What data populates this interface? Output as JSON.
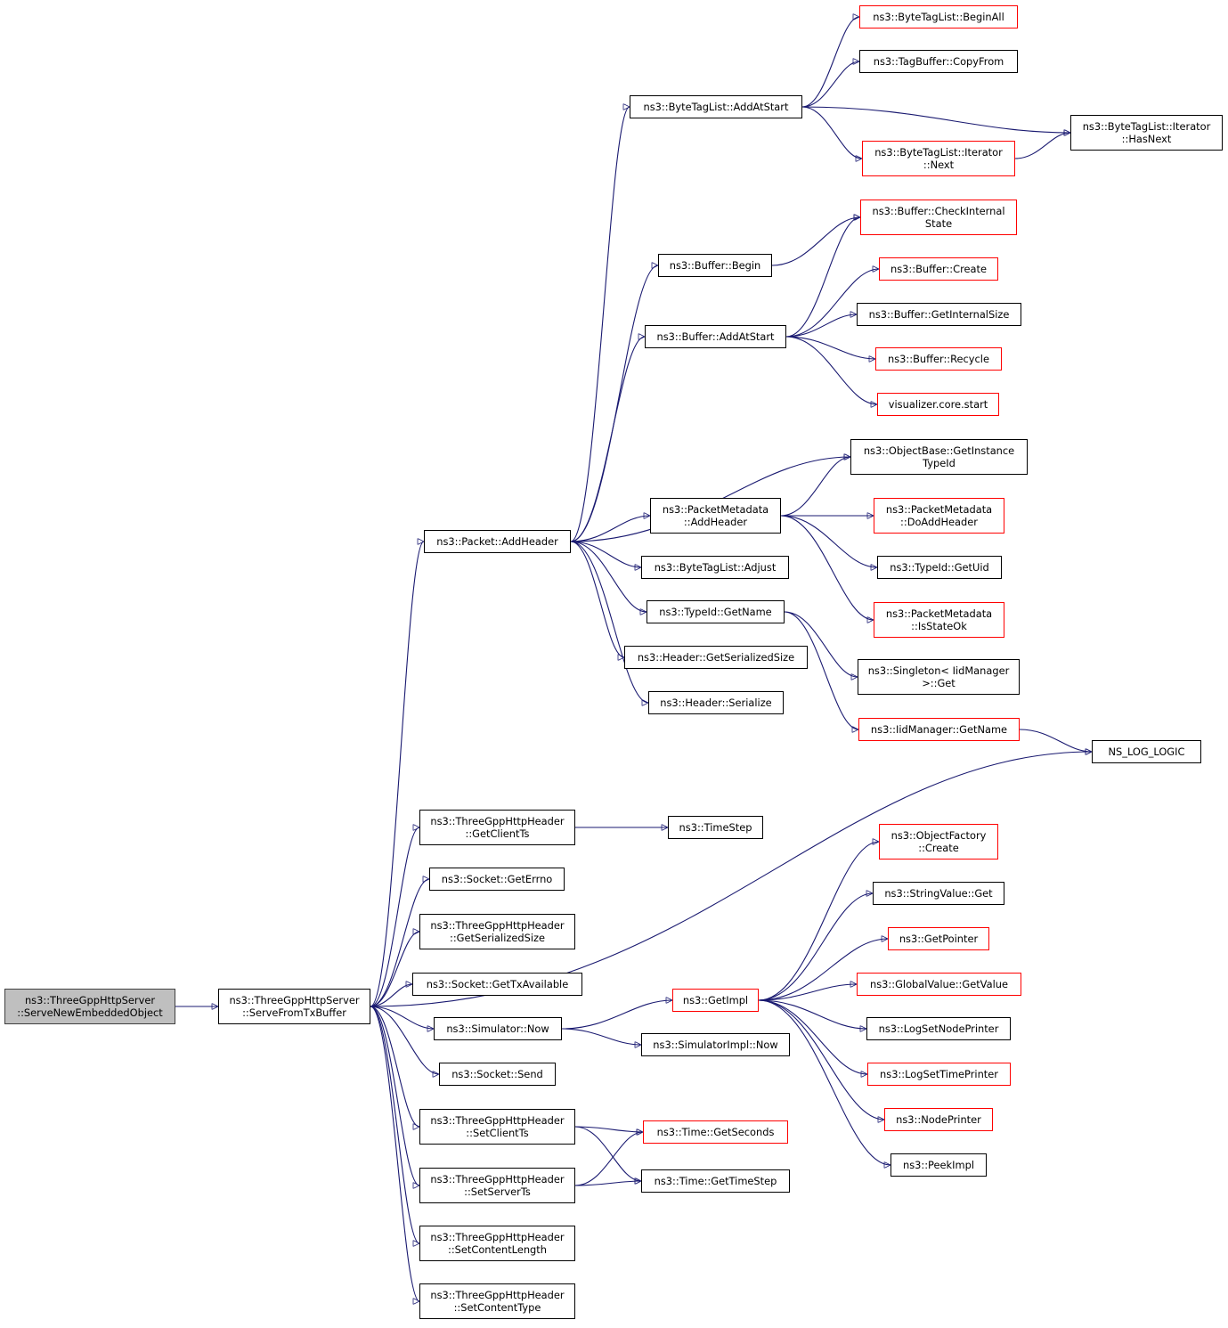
{
  "colors": {
    "edge": "#191970",
    "node_border": "#000000",
    "truncated_node_border": "#ff0000",
    "root_fill": "#bfbfbf"
  },
  "nodes": [
    {
      "id": "serve_new_embedded",
      "label": "ns3::ThreeGppHttpServer\n::ServeNewEmbeddedObject",
      "kind": "root"
    },
    {
      "id": "serve_from_tx",
      "label": "ns3::ThreeGppHttpServer\n::ServeFromTxBuffer",
      "kind": "normal"
    },
    {
      "id": "packet_addheader",
      "label": "ns3::Packet::AddHeader",
      "kind": "normal"
    },
    {
      "id": "bytetaglist_addatstart",
      "label": "ns3::ByteTagList::AddAtStart",
      "kind": "normal"
    },
    {
      "id": "bytetaglist_beginall",
      "label": "ns3::ByteTagList::BeginAll",
      "kind": "truncated"
    },
    {
      "id": "tagbuffer_copyfrom",
      "label": "ns3::TagBuffer::CopyFrom",
      "kind": "normal"
    },
    {
      "id": "bytetaglist_iter_hasnext",
      "label": "ns3::ByteTagList::Iterator\n::HasNext",
      "kind": "normal"
    },
    {
      "id": "bytetaglist_iter_next",
      "label": "ns3::ByteTagList::Iterator\n::Next",
      "kind": "truncated"
    },
    {
      "id": "buffer_checkinternalstate",
      "label": "ns3::Buffer::CheckInternal\nState",
      "kind": "truncated"
    },
    {
      "id": "buffer_begin",
      "label": "ns3::Buffer::Begin",
      "kind": "normal"
    },
    {
      "id": "buffer_create",
      "label": "ns3::Buffer::Create",
      "kind": "truncated"
    },
    {
      "id": "buffer_addatstart",
      "label": "ns3::Buffer::AddAtStart",
      "kind": "normal"
    },
    {
      "id": "buffer_getinternalsize",
      "label": "ns3::Buffer::GetInternalSize",
      "kind": "normal"
    },
    {
      "id": "buffer_recycle",
      "label": "ns3::Buffer::Recycle",
      "kind": "truncated"
    },
    {
      "id": "visualizer_core_start",
      "label": "visualizer.core.start",
      "kind": "truncated"
    },
    {
      "id": "objectbase_getinstancetypeid",
      "label": "ns3::ObjectBase::GetInstance\nTypeId",
      "kind": "normal"
    },
    {
      "id": "packetmetadata_addheader",
      "label": "ns3::PacketMetadata\n::AddHeader",
      "kind": "normal"
    },
    {
      "id": "packetmetadata_doaddheader",
      "label": "ns3::PacketMetadata\n::DoAddHeader",
      "kind": "truncated"
    },
    {
      "id": "typeid_getuid",
      "label": "ns3::TypeId::GetUid",
      "kind": "normal"
    },
    {
      "id": "bytetaglist_adjust",
      "label": "ns3::ByteTagList::Adjust",
      "kind": "normal"
    },
    {
      "id": "packetmetadata_isstateok",
      "label": "ns3::PacketMetadata\n::IsStateOk",
      "kind": "truncated"
    },
    {
      "id": "typeid_getname",
      "label": "ns3::TypeId::GetName",
      "kind": "normal"
    },
    {
      "id": "header_getserializedsize",
      "label": "ns3::Header::GetSerializedSize",
      "kind": "normal"
    },
    {
      "id": "singleton_iidmanager_get",
      "label": "ns3::Singleton< IidManager\n>::Get",
      "kind": "normal"
    },
    {
      "id": "header_serialize",
      "label": "ns3::Header::Serialize",
      "kind": "normal"
    },
    {
      "id": "iidmanager_getname",
      "label": "ns3::IidManager::GetName",
      "kind": "truncated"
    },
    {
      "id": "ns_log_logic",
      "label": "NS_LOG_LOGIC",
      "kind": "normal"
    },
    {
      "id": "http_header_getclientts",
      "label": "ns3::ThreeGppHttpHeader\n::GetClientTs",
      "kind": "normal"
    },
    {
      "id": "timestep",
      "label": "ns3::TimeStep",
      "kind": "normal"
    },
    {
      "id": "objectfactory_create",
      "label": "ns3::ObjectFactory\n::Create",
      "kind": "truncated"
    },
    {
      "id": "socket_geterrno",
      "label": "ns3::Socket::GetErrno",
      "kind": "normal"
    },
    {
      "id": "stringvalue_get",
      "label": "ns3::StringValue::Get",
      "kind": "normal"
    },
    {
      "id": "http_header_getserializedsize",
      "label": "ns3::ThreeGppHttpHeader\n::GetSerializedSize",
      "kind": "normal"
    },
    {
      "id": "getpointer",
      "label": "ns3::GetPointer",
      "kind": "truncated"
    },
    {
      "id": "socket_gettxavailable",
      "label": "ns3::Socket::GetTxAvailable",
      "kind": "normal"
    },
    {
      "id": "getimpl",
      "label": "ns3::GetImpl",
      "kind": "truncated"
    },
    {
      "id": "globalvalue_getvalue",
      "label": "ns3::GlobalValue::GetValue",
      "kind": "truncated"
    },
    {
      "id": "simulator_now",
      "label": "ns3::Simulator::Now",
      "kind": "normal"
    },
    {
      "id": "logsetnodeprinter",
      "label": "ns3::LogSetNodePrinter",
      "kind": "normal"
    },
    {
      "id": "simulatorimpl_now",
      "label": "ns3::SimulatorImpl::Now",
      "kind": "normal"
    },
    {
      "id": "socket_send",
      "label": "ns3::Socket::Send",
      "kind": "normal"
    },
    {
      "id": "logsettimeprinter",
      "label": "ns3::LogSetTimePrinter",
      "kind": "truncated"
    },
    {
      "id": "nodeprinter",
      "label": "ns3::NodePrinter",
      "kind": "truncated"
    },
    {
      "id": "http_header_setclientts",
      "label": "ns3::ThreeGppHttpHeader\n::SetClientTs",
      "kind": "normal"
    },
    {
      "id": "time_getseconds",
      "label": "ns3::Time::GetSeconds",
      "kind": "truncated"
    },
    {
      "id": "peekimpl",
      "label": "ns3::PeekImpl",
      "kind": "normal"
    },
    {
      "id": "http_header_setserverts",
      "label": "ns3::ThreeGppHttpHeader\n::SetServerTs",
      "kind": "normal"
    },
    {
      "id": "time_gettimestep",
      "label": "ns3::Time::GetTimeStep",
      "kind": "normal"
    },
    {
      "id": "http_header_setcontentlength",
      "label": "ns3::ThreeGppHttpHeader\n::SetContentLength",
      "kind": "normal"
    },
    {
      "id": "http_header_setcontenttype",
      "label": "ns3::ThreeGppHttpHeader\n::SetContentType",
      "kind": "normal"
    }
  ],
  "edges": [
    [
      "serve_new_embedded",
      "serve_from_tx"
    ],
    [
      "serve_from_tx",
      "packet_addheader"
    ],
    [
      "serve_from_tx",
      "ns_log_logic"
    ],
    [
      "serve_from_tx",
      "http_header_getclientts"
    ],
    [
      "serve_from_tx",
      "socket_geterrno"
    ],
    [
      "serve_from_tx",
      "http_header_getserializedsize"
    ],
    [
      "serve_from_tx",
      "socket_gettxavailable"
    ],
    [
      "serve_from_tx",
      "simulator_now"
    ],
    [
      "serve_from_tx",
      "socket_send"
    ],
    [
      "serve_from_tx",
      "http_header_setclientts"
    ],
    [
      "serve_from_tx",
      "http_header_setserverts"
    ],
    [
      "serve_from_tx",
      "http_header_setcontentlength"
    ],
    [
      "serve_from_tx",
      "http_header_setcontenttype"
    ],
    [
      "packet_addheader",
      "bytetaglist_addatstart"
    ],
    [
      "packet_addheader",
      "buffer_begin"
    ],
    [
      "packet_addheader",
      "buffer_addatstart"
    ],
    [
      "packet_addheader",
      "objectbase_getinstancetypeid"
    ],
    [
      "packet_addheader",
      "packetmetadata_addheader"
    ],
    [
      "packet_addheader",
      "bytetaglist_adjust"
    ],
    [
      "packet_addheader",
      "typeid_getname"
    ],
    [
      "packet_addheader",
      "header_getserializedsize"
    ],
    [
      "packet_addheader",
      "header_serialize"
    ],
    [
      "bytetaglist_addatstart",
      "bytetaglist_beginall"
    ],
    [
      "bytetaglist_addatstart",
      "tagbuffer_copyfrom"
    ],
    [
      "bytetaglist_addatstart",
      "bytetaglist_iter_hasnext"
    ],
    [
      "bytetaglist_addatstart",
      "bytetaglist_iter_next"
    ],
    [
      "bytetaglist_iter_next",
      "bytetaglist_iter_hasnext"
    ],
    [
      "buffer_begin",
      "buffer_checkinternalstate"
    ],
    [
      "buffer_addatstart",
      "buffer_checkinternalstate"
    ],
    [
      "buffer_addatstart",
      "buffer_create"
    ],
    [
      "buffer_addatstart",
      "buffer_getinternalsize"
    ],
    [
      "buffer_addatstart",
      "buffer_recycle"
    ],
    [
      "buffer_addatstart",
      "visualizer_core_start"
    ],
    [
      "packetmetadata_addheader",
      "objectbase_getinstancetypeid"
    ],
    [
      "packetmetadata_addheader",
      "packetmetadata_doaddheader"
    ],
    [
      "packetmetadata_addheader",
      "typeid_getuid"
    ],
    [
      "packetmetadata_addheader",
      "packetmetadata_isstateok"
    ],
    [
      "typeid_getname",
      "singleton_iidmanager_get"
    ],
    [
      "typeid_getname",
      "iidmanager_getname"
    ],
    [
      "iidmanager_getname",
      "ns_log_logic"
    ],
    [
      "http_header_getclientts",
      "timestep"
    ],
    [
      "simulator_now",
      "getimpl"
    ],
    [
      "simulator_now",
      "simulatorimpl_now"
    ],
    [
      "getimpl",
      "objectfactory_create"
    ],
    [
      "getimpl",
      "stringvalue_get"
    ],
    [
      "getimpl",
      "getpointer"
    ],
    [
      "getimpl",
      "globalvalue_getvalue"
    ],
    [
      "getimpl",
      "logsetnodeprinter"
    ],
    [
      "getimpl",
      "logsettimeprinter"
    ],
    [
      "getimpl",
      "nodeprinter"
    ],
    [
      "getimpl",
      "peekimpl"
    ],
    [
      "http_header_setclientts",
      "time_getseconds"
    ],
    [
      "http_header_setclientts",
      "time_gettimestep"
    ],
    [
      "http_header_setserverts",
      "time_getseconds"
    ],
    [
      "http_header_setserverts",
      "time_gettimestep"
    ]
  ]
}
